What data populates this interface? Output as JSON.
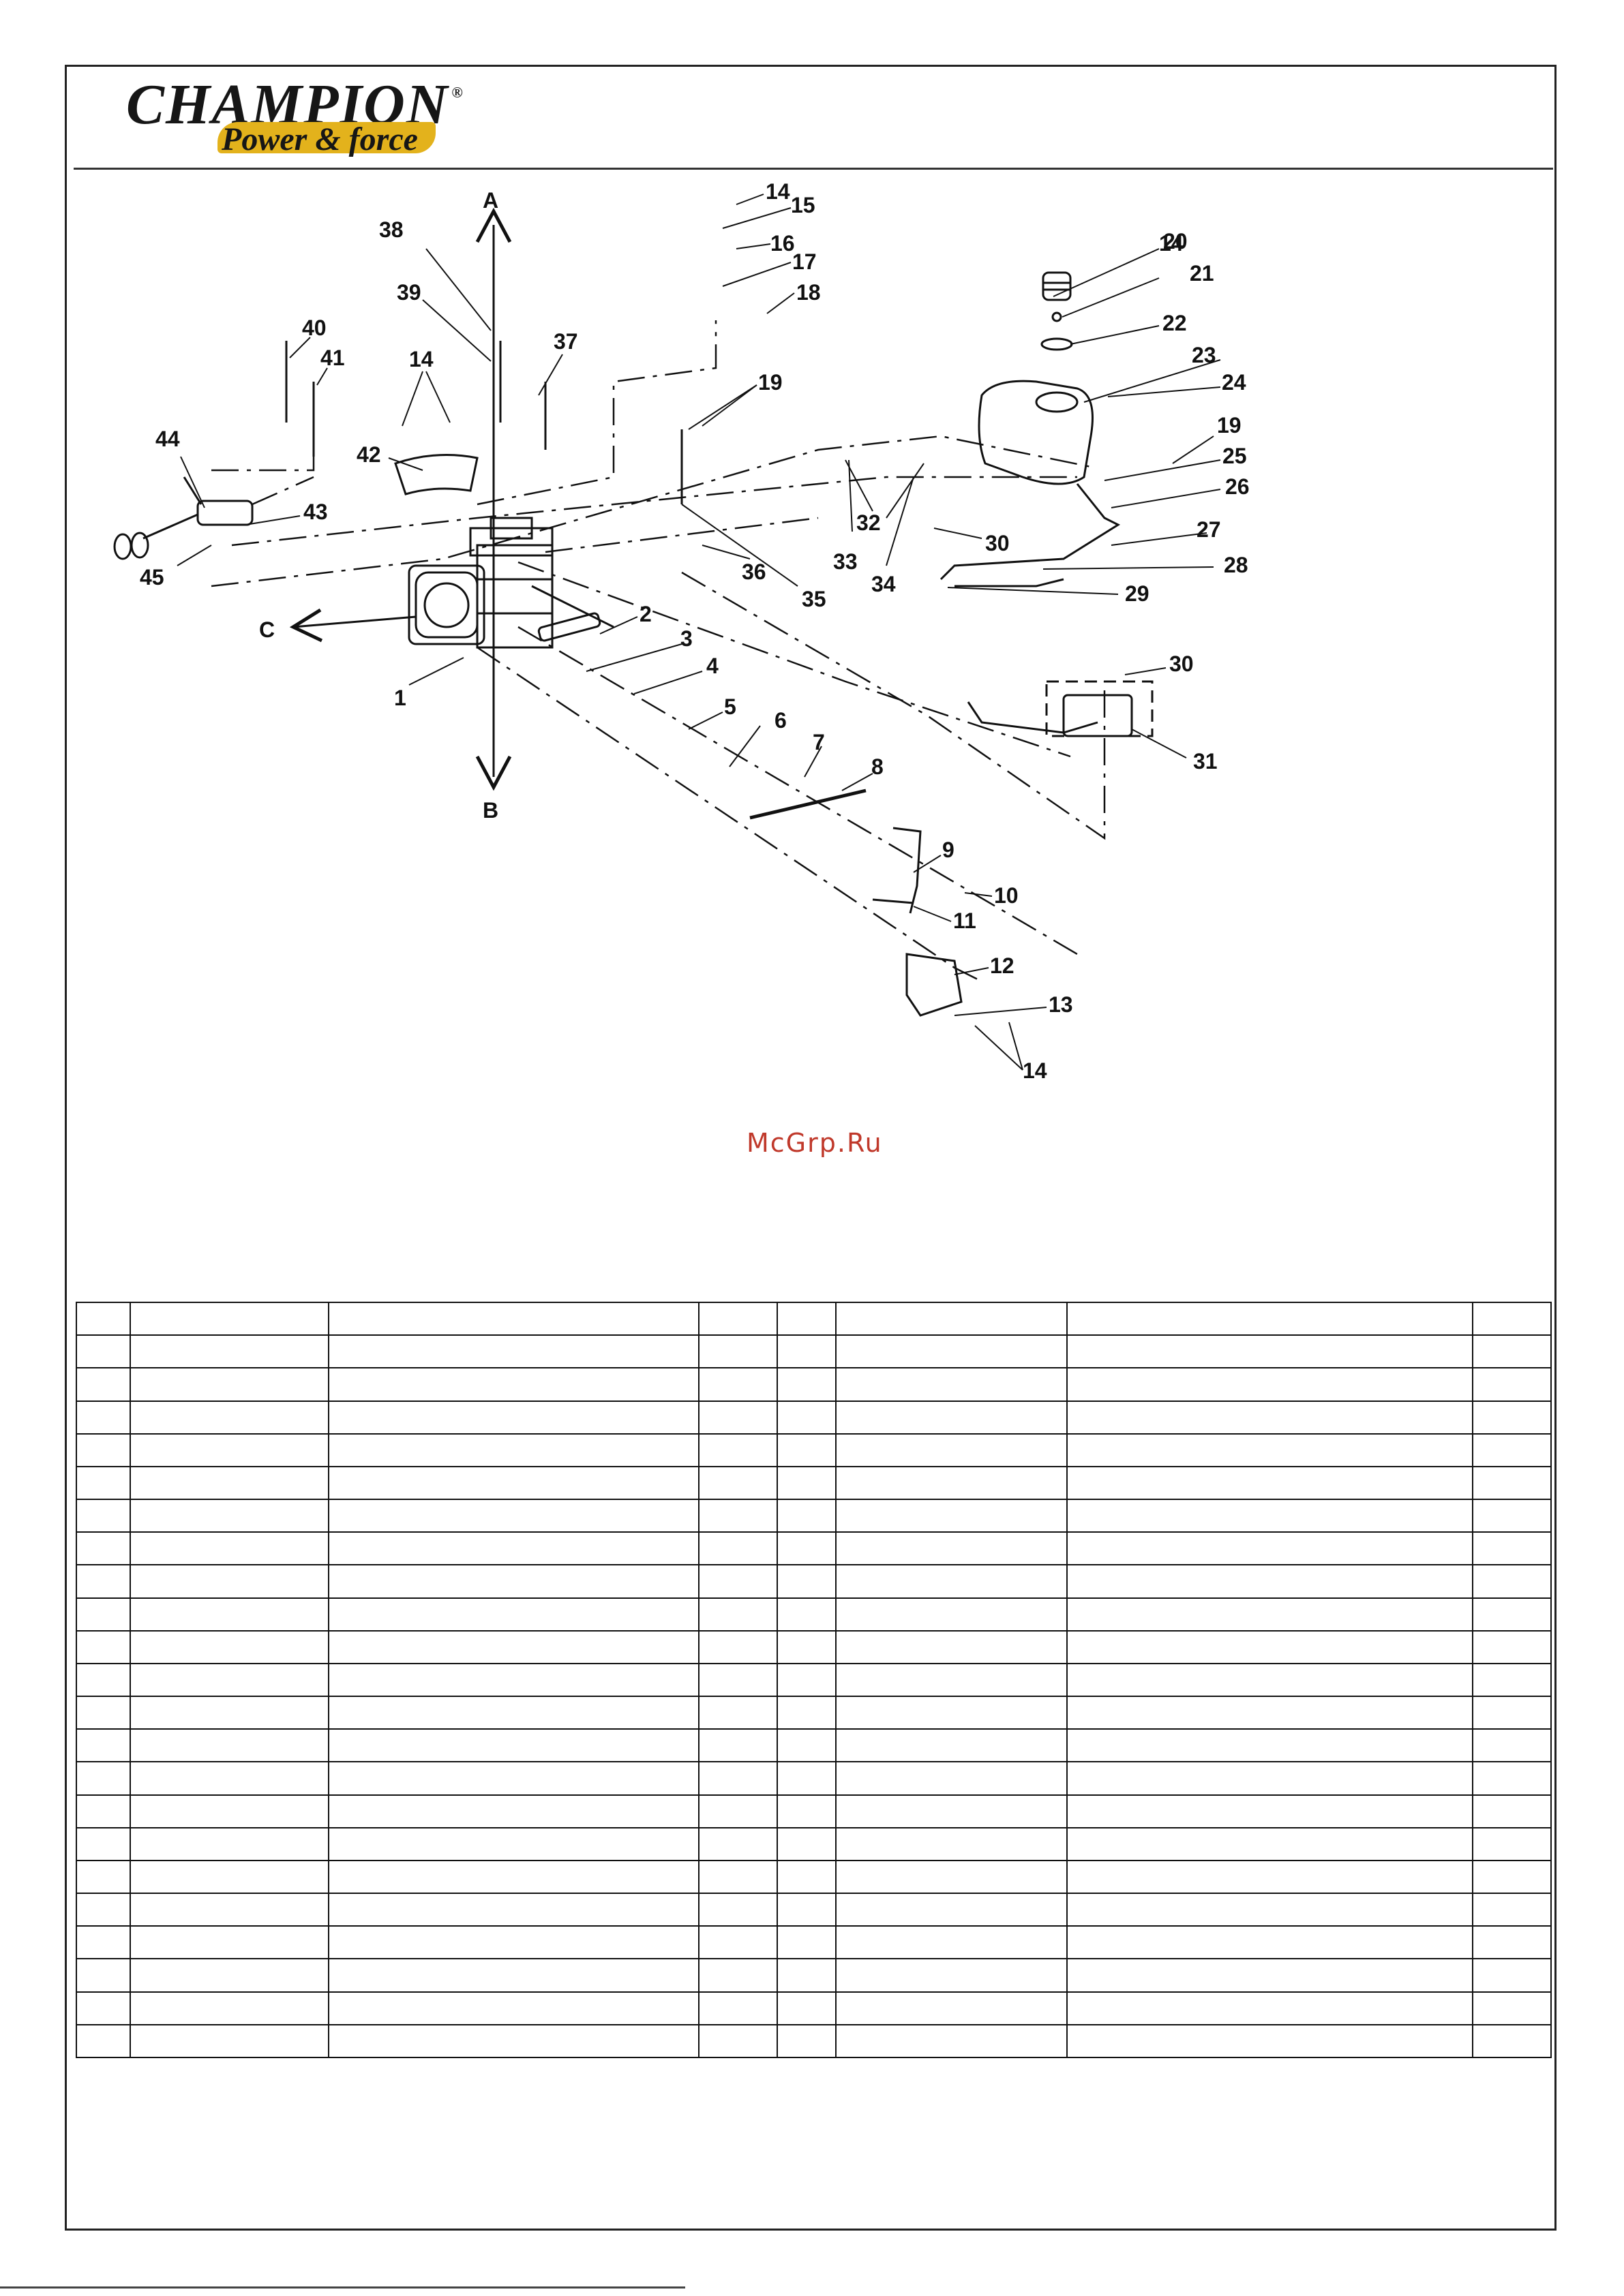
{
  "brand": {
    "name": "CHAMPION",
    "tagline": "Power & force",
    "registered_mark": "®",
    "colors": {
      "text": "#161616",
      "accent": "#e3b21c"
    }
  },
  "watermark": {
    "text": "McGrp.Ru",
    "color": "#c0392b"
  },
  "diagram": {
    "direction_labels": [
      "A",
      "B",
      "C"
    ],
    "callouts": [
      "1",
      "2",
      "3",
      "4",
      "5",
      "6",
      "7",
      "8",
      "9",
      "10",
      "11",
      "12",
      "13",
      "14",
      "14",
      "14",
      "14",
      "15",
      "16",
      "17",
      "18",
      "19",
      "19",
      "20",
      "21",
      "22",
      "23",
      "24",
      "25",
      "26",
      "27",
      "28",
      "29",
      "30",
      "30",
      "31",
      "32",
      "33",
      "34",
      "35",
      "36",
      "37",
      "38",
      "39",
      "40",
      "41",
      "42",
      "43",
      "44",
      "45"
    ]
  },
  "table": {
    "rows": 23,
    "columns": 8
  }
}
